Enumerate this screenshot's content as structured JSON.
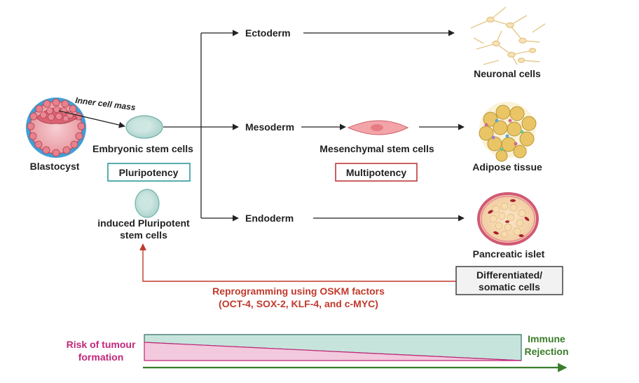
{
  "stages": {
    "blastocyst": "Blastocyst",
    "inner_cell_mass": "Inner cell mass",
    "esc": "Embryonic stem cells",
    "ipsc_line1": "induced Pluripotent",
    "ipsc_line2": "stem cells",
    "msc": "Mesenchymal stem cells"
  },
  "germ_layers": {
    "ectoderm": "Ectoderm",
    "mesoderm": "Mesoderm",
    "endoderm": "Endoderm"
  },
  "outcomes": {
    "neuronal": "Neuronal cells",
    "adipose": "Adipose tissue",
    "pancreatic": "Pancreatic islet"
  },
  "potency": {
    "pluripotency": "Pluripotency",
    "multipotency": "Multipotency"
  },
  "differentiated": {
    "line1": "Differentiated/",
    "line2": "somatic cells"
  },
  "reprogramming": {
    "line1": "Reprogramming using OSKM factors",
    "line2": "(OCT-4, SOX-2, KLF-4, and c-MYC)"
  },
  "risk": {
    "tumour_line1": "Risk of tumour",
    "tumour_line2": "formation",
    "immune_line1": "Immune",
    "immune_line2": "Rejection"
  },
  "colors": {
    "teal": "#2e9a9a",
    "red_box": "#c0393b",
    "reprogram_red": "#c0392b",
    "magenta": "#c2267a",
    "green": "#3a7d2a"
  }
}
